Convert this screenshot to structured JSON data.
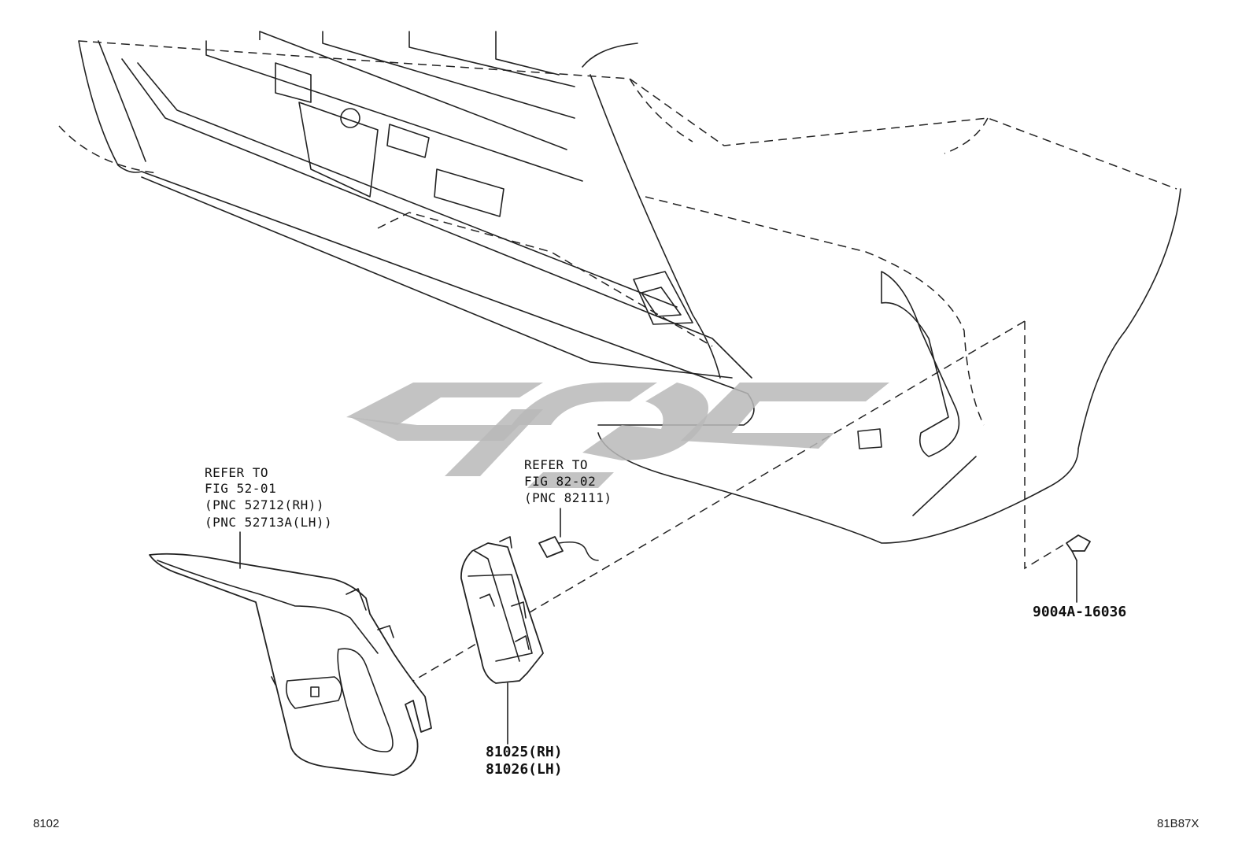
{
  "labels": {
    "refer_bezel": [
      "REFER TO",
      "FIG 52-01",
      "(PNC 52712(RH))",
      "(PNC 52713A(LH))"
    ],
    "refer_wire": [
      "REFER TO",
      "FIG 82-02",
      "(PNC 82111)"
    ],
    "part_lamp_rh": "81025(RH)",
    "part_lamp_lh": "81026(LH)",
    "part_screw": "9004A-16036"
  },
  "corner": {
    "left": "8102",
    "right": "81B87X"
  },
  "watermark": {
    "color": "#b9b9b9"
  }
}
